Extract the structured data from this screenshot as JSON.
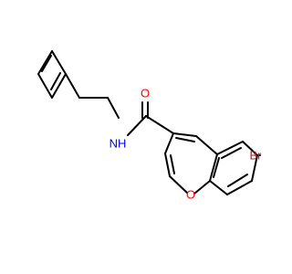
{
  "molecule": {
    "atoms": [
      {
        "id": "o_carbonyl",
        "label": "O",
        "color": "#ff0000"
      },
      {
        "id": "n_amide",
        "label": "NH",
        "color": "#0000ff"
      },
      {
        "id": "br",
        "label": "Br",
        "color": "#a52a2a"
      },
      {
        "id": "o_ring",
        "label": "O",
        "color": "#ff0000"
      }
    ]
  }
}
